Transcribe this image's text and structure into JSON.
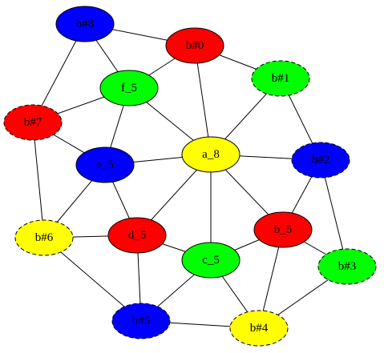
{
  "colors": {
    "blue": "#0000ff",
    "red": "#ff0000",
    "green": "#00ff00",
    "yellow": "#ffff00"
  },
  "nodes": [
    {
      "id": "b#8",
      "label": "b#8",
      "color": "blue",
      "dashed": false
    },
    {
      "id": "b#0",
      "label": "b#0",
      "color": "red",
      "dashed": false
    },
    {
      "id": "b#1",
      "label": "b#1",
      "color": "green",
      "dashed": true
    },
    {
      "id": "f_5",
      "label": "f_5",
      "color": "green",
      "dashed": false
    },
    {
      "id": "b#7",
      "label": "b#7",
      "color": "red",
      "dashed": true
    },
    {
      "id": "a_8",
      "label": "a_8",
      "color": "yellow",
      "dashed": false
    },
    {
      "id": "b#2",
      "label": "b#2",
      "color": "blue",
      "dashed": true
    },
    {
      "id": "e_5",
      "label": "e_5",
      "color": "blue",
      "dashed": false
    },
    {
      "id": "b_5",
      "label": "b_5",
      "color": "red",
      "dashed": false
    },
    {
      "id": "b#6",
      "label": "b#6",
      "color": "yellow",
      "dashed": true
    },
    {
      "id": "d_5",
      "label": "d_5",
      "color": "red",
      "dashed": false
    },
    {
      "id": "c_5",
      "label": "c_5",
      "color": "green",
      "dashed": false
    },
    {
      "id": "b#3",
      "label": "b#3",
      "color": "green",
      "dashed": true
    },
    {
      "id": "b#5",
      "label": "b#5",
      "color": "blue",
      "dashed": true
    },
    {
      "id": "b#4",
      "label": "b#4",
      "color": "yellow",
      "dashed": true
    }
  ],
  "edges": [
    [
      "b#8",
      "b#0"
    ],
    [
      "b#8",
      "f_5"
    ],
    [
      "b#8",
      "b#7"
    ],
    [
      "b#0",
      "b#1"
    ],
    [
      "b#0",
      "f_5"
    ],
    [
      "b#0",
      "a_8"
    ],
    [
      "b#1",
      "a_8"
    ],
    [
      "b#1",
      "b#2"
    ],
    [
      "f_5",
      "b#7"
    ],
    [
      "f_5",
      "a_8"
    ],
    [
      "f_5",
      "e_5"
    ],
    [
      "b#7",
      "e_5"
    ],
    [
      "b#7",
      "b#6"
    ],
    [
      "a_8",
      "e_5"
    ],
    [
      "a_8",
      "b#2"
    ],
    [
      "a_8",
      "d_5"
    ],
    [
      "a_8",
      "c_5"
    ],
    [
      "a_8",
      "b_5"
    ],
    [
      "b#2",
      "b_5"
    ],
    [
      "b#2",
      "b#3"
    ],
    [
      "e_5",
      "b#6"
    ],
    [
      "e_5",
      "d_5"
    ],
    [
      "b#6",
      "d_5"
    ],
    [
      "b#6",
      "b#5"
    ],
    [
      "d_5",
      "c_5"
    ],
    [
      "d_5",
      "b#5"
    ],
    [
      "b_5",
      "c_5"
    ],
    [
      "b_5",
      "b#3"
    ],
    [
      "b_5",
      "b#4"
    ],
    [
      "c_5",
      "b#5"
    ],
    [
      "c_5",
      "b#4"
    ],
    [
      "b#3",
      "b#4"
    ],
    [
      "b#5",
      "b#4"
    ]
  ]
}
